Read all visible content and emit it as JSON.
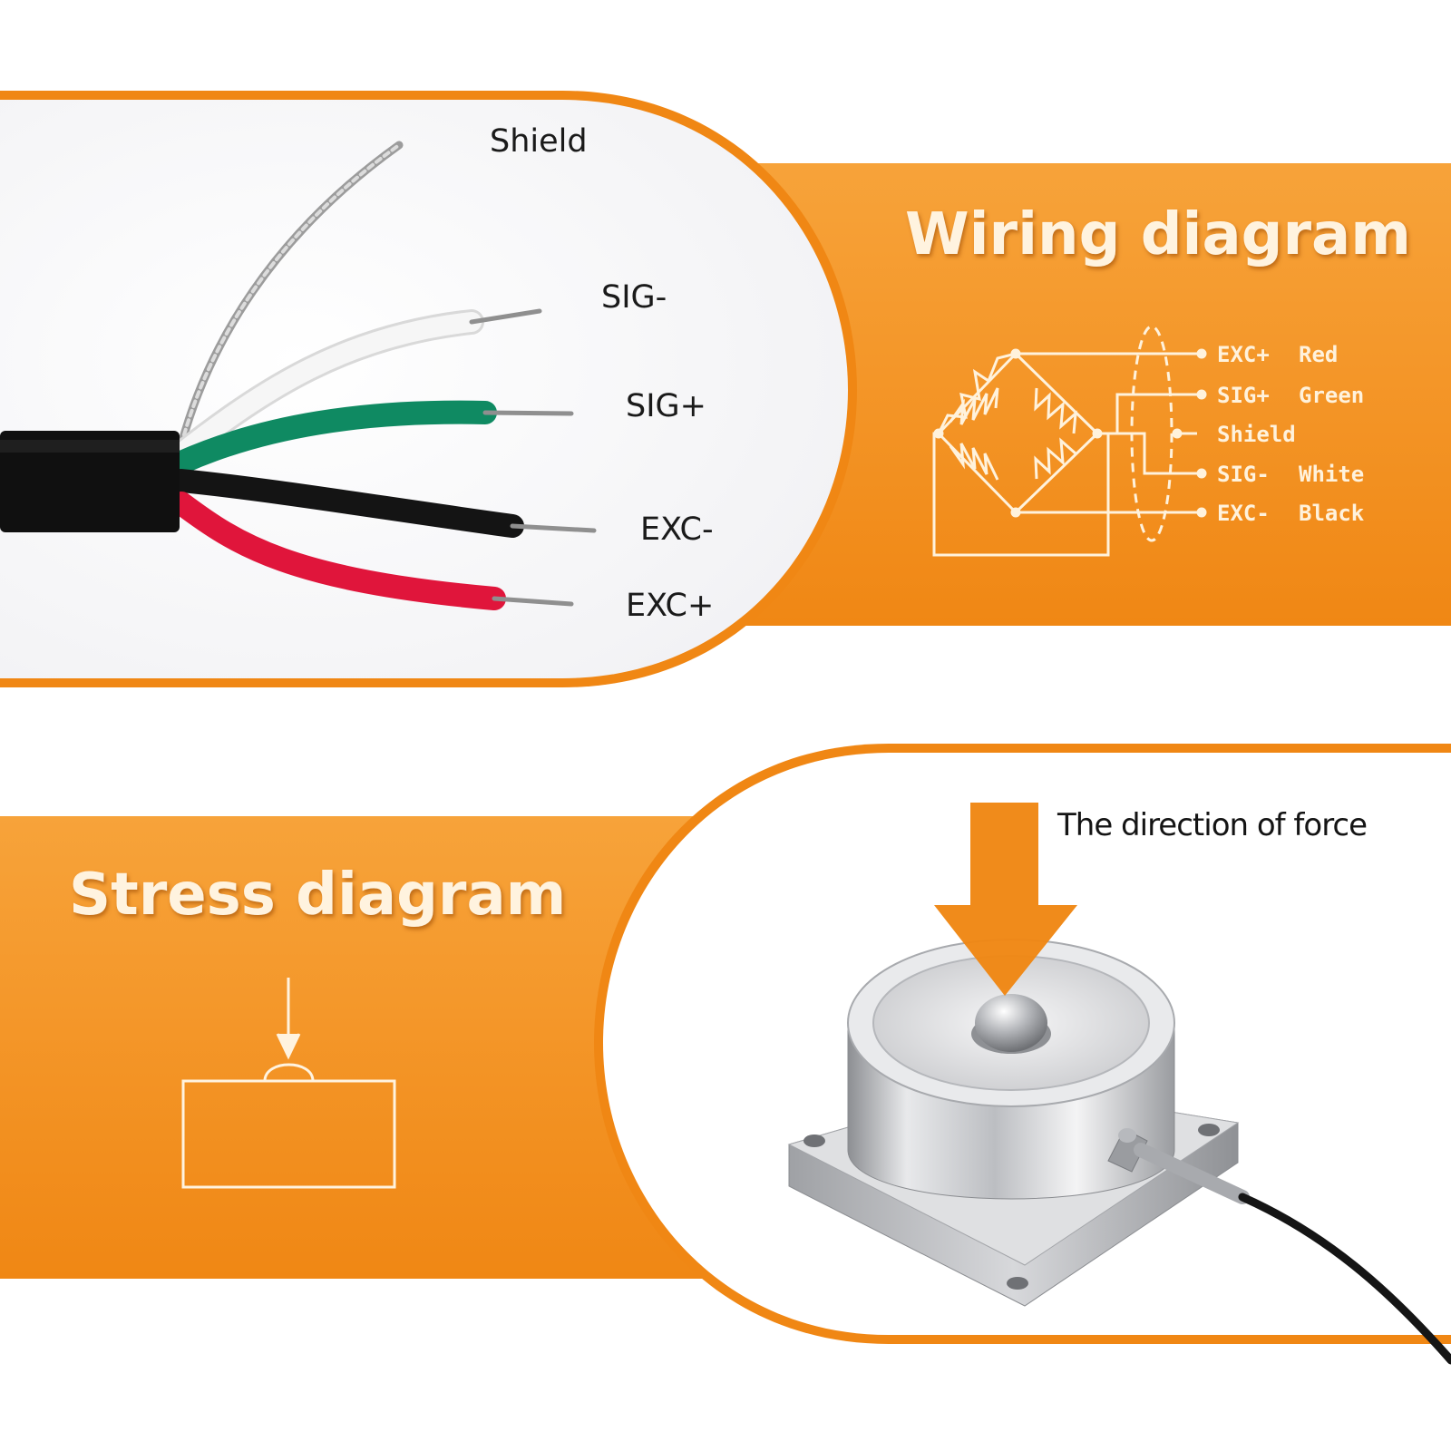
{
  "colors": {
    "accent": "#f28a1a",
    "accent_light": "#f6a53c",
    "title_text": "#fff3df"
  },
  "wiring_section": {
    "title": "Wiring diagram",
    "cable_labels": {
      "shield": "Shield",
      "sig_minus": "SIG-",
      "sig_plus": "SIG+",
      "exc_minus": "EXC-",
      "exc_plus": "EXC+"
    },
    "legend": [
      {
        "signal": "EXC+",
        "color": "Red"
      },
      {
        "signal": "SIG+",
        "color": "Green"
      },
      {
        "signal": "Shield",
        "color": ""
      },
      {
        "signal": "SIG-",
        "color": "White"
      },
      {
        "signal": "EXC-",
        "color": "Black"
      }
    ],
    "wire_colors": {
      "shield": "#b8b8b8",
      "sig_minus": "#f4f4f4",
      "sig_plus": "#0f8a62",
      "exc_minus": "#151515",
      "exc_plus": "#e0153b"
    }
  },
  "stress_section": {
    "title": "Stress diagram",
    "force_label": "The direction of force"
  }
}
